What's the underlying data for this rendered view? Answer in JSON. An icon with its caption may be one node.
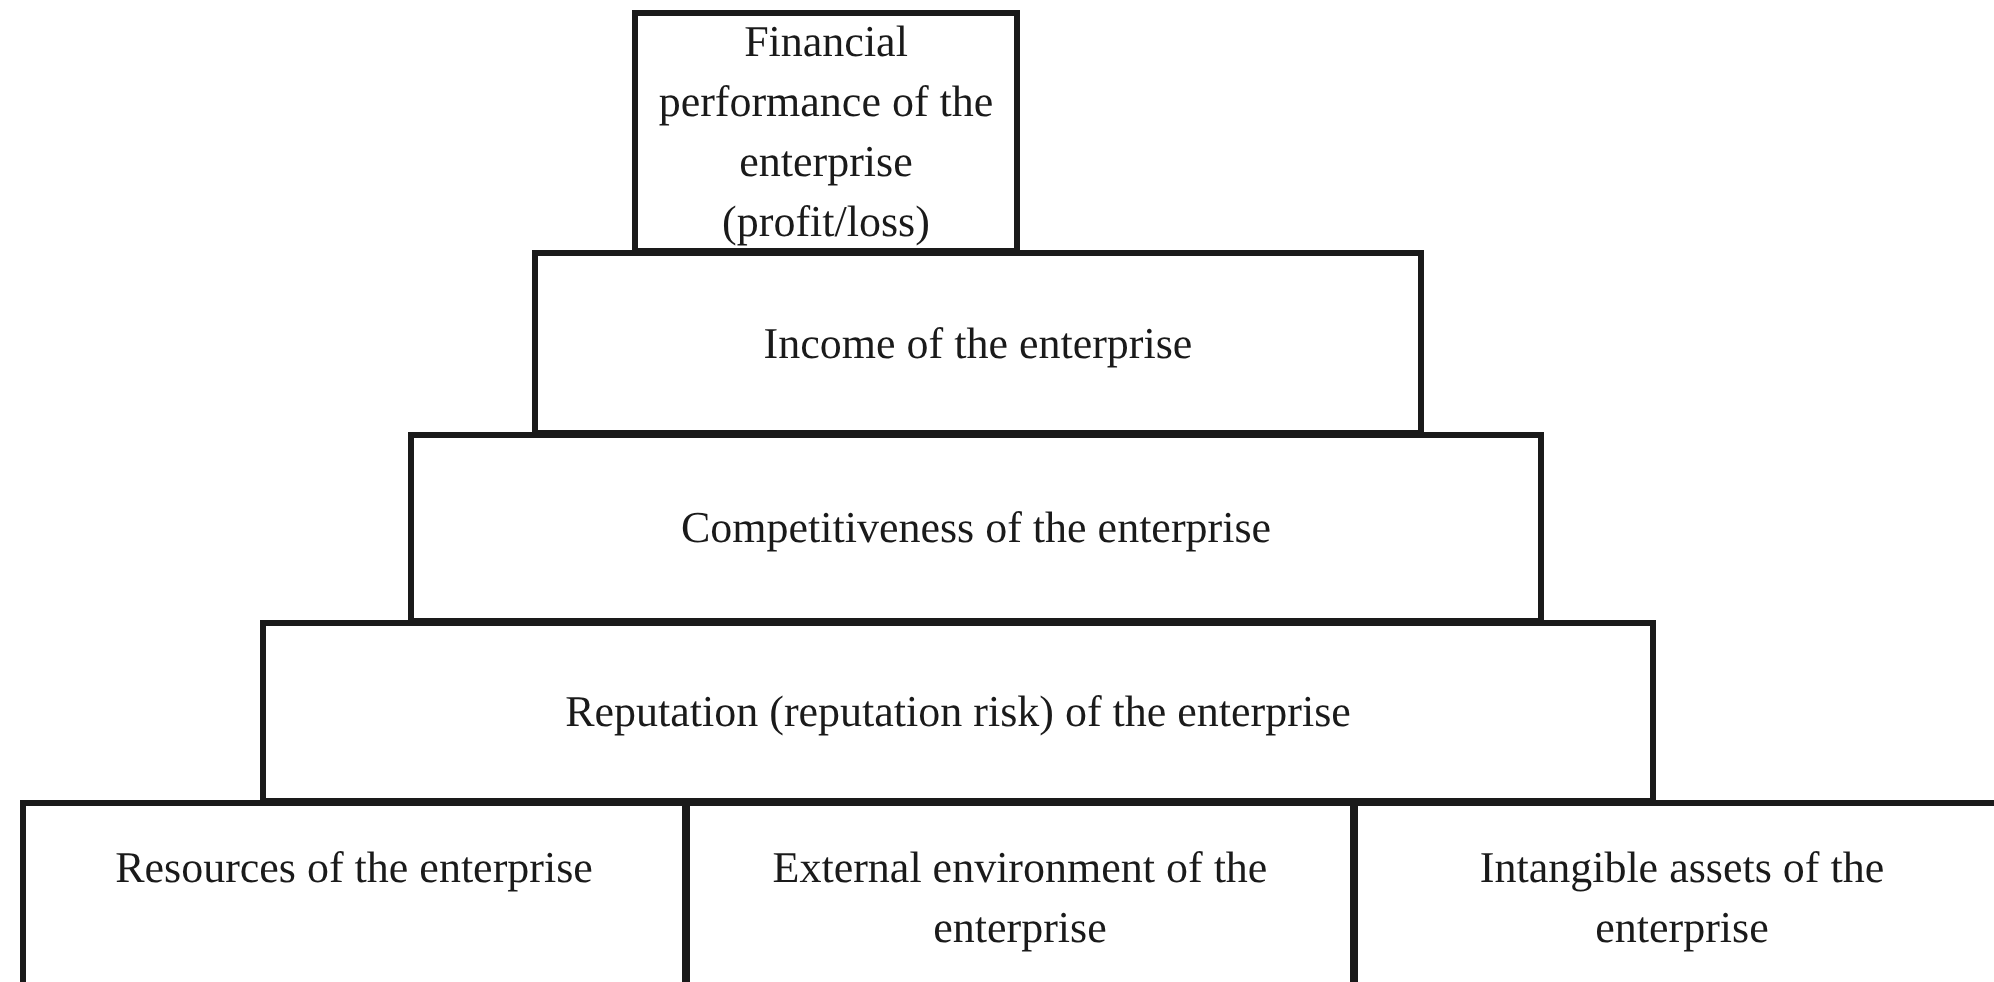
{
  "diagram": {
    "nodes": [
      {
        "text": [
          "Financial performance of the enterprise (profit/loss)"
        ]
      },
      {
        "text": [
          "Income of the enterprise"
        ]
      },
      {
        "text": [
          "Competitiveness of the enterprise"
        ]
      },
      {
        "text": [
          "Reputation (reputation risk) of the enterprise"
        ]
      },
      {
        "text": [
          "Resources of the enterprise"
        ]
      },
      {
        "text": [
          "External environment of the enterprise"
        ]
      },
      {
        "text": [
          "Intangible assets of the enterprise"
        ]
      }
    ]
  }
}
